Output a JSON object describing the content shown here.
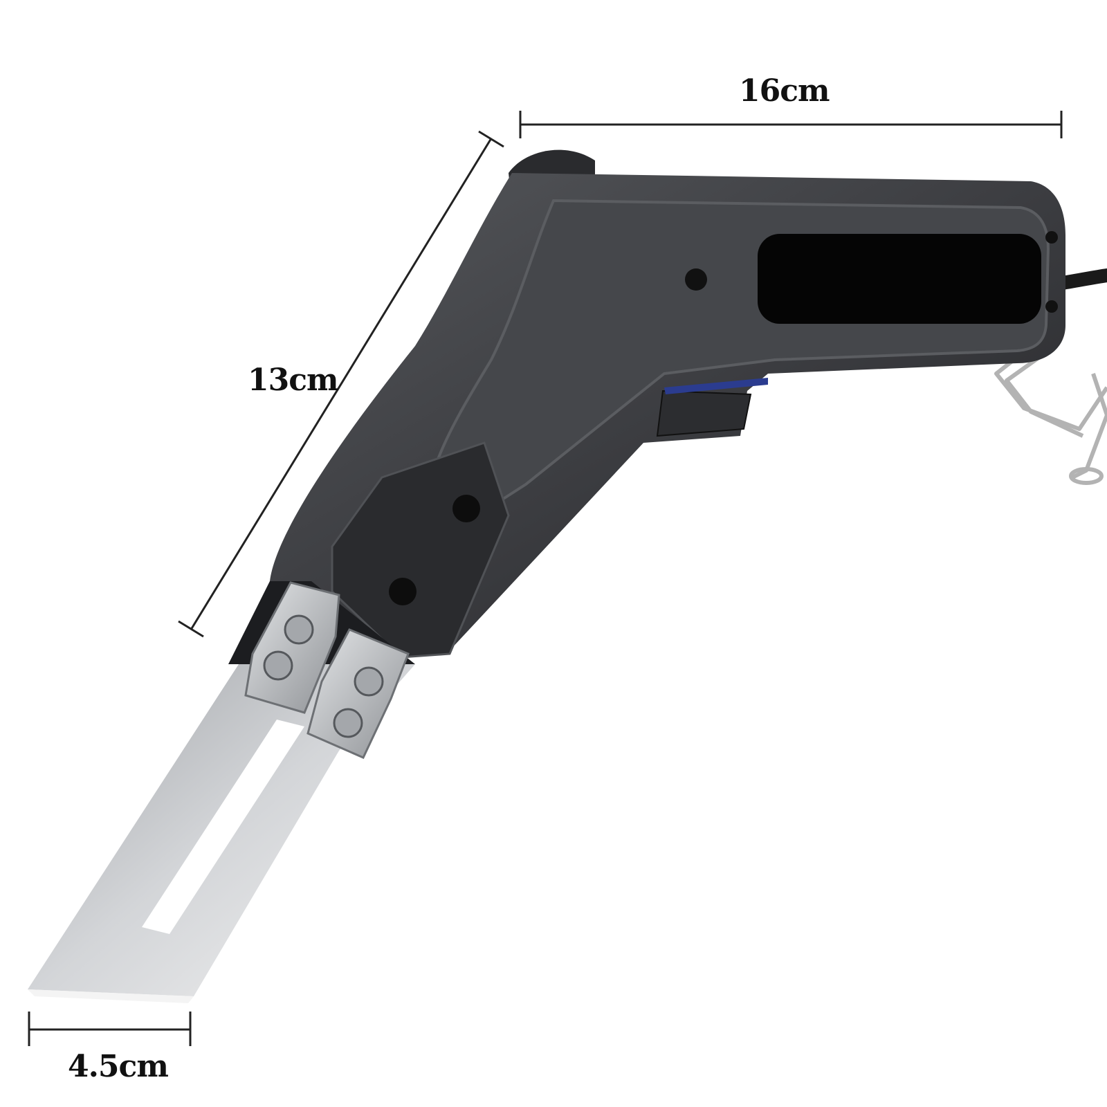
{
  "dimensions": {
    "length": "16cm",
    "height": "13cm",
    "blade_width": "4.5cm"
  },
  "colors": {
    "body": "#3a3b3e",
    "body_dark": "#1f2023",
    "grip_panel": "#050505",
    "blade": "#c9cbce",
    "blade_edge": "#eeeeee",
    "trigger": "#2c2d30",
    "accent_blue": "#2b3c8f",
    "wire": "#b8b8b8",
    "dimension_line": "#222222"
  },
  "icons": {
    "product": "hot-knife-foam-cutter",
    "blade": "knife-blade-icon",
    "stand": "wire-stand-icon"
  }
}
